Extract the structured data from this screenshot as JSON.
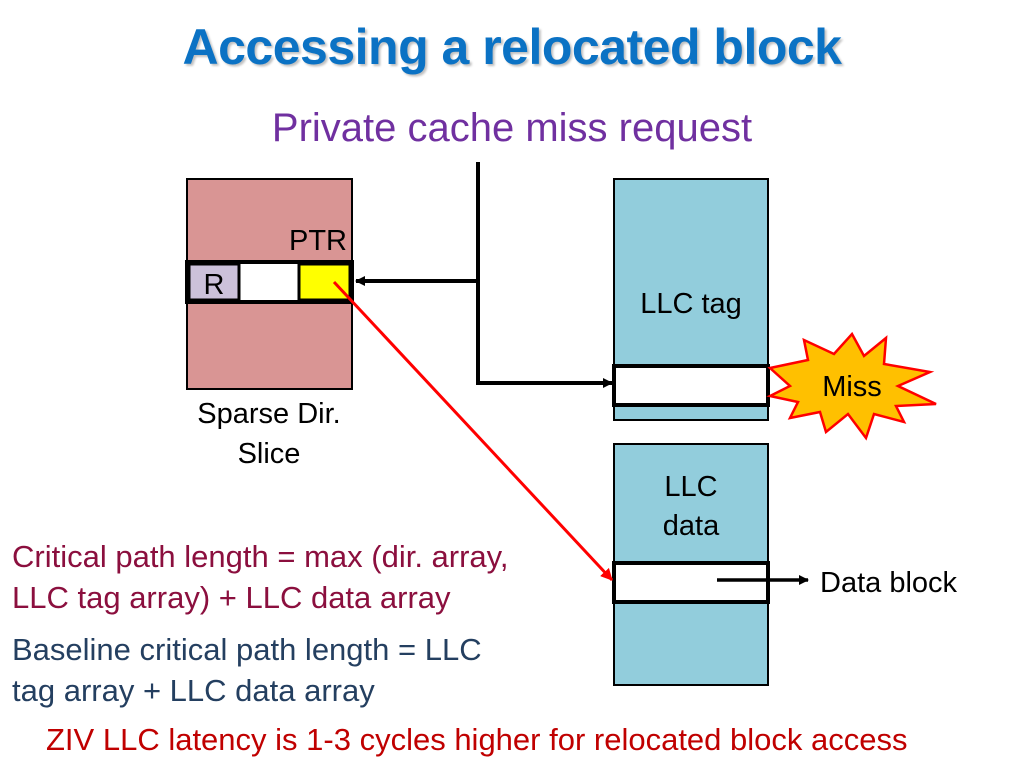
{
  "slide": {
    "title": "Accessing a relocated block",
    "subtitle": "Private cache miss request"
  },
  "diagram": {
    "sparse_dir": {
      "label_line1": "Sparse Dir.",
      "label_line2": "Slice",
      "ptr_label": "PTR",
      "r_label": "R"
    },
    "llc_tag": {
      "label": "LLC tag"
    },
    "llc_data": {
      "label_line1": "LLC",
      "label_line2": "data"
    },
    "miss_burst": {
      "label": "Miss"
    },
    "data_block": {
      "label": "Data block"
    }
  },
  "notes": {
    "critical_line1": "Critical path length = max (dir. array,",
    "critical_line2": "LLC tag array) + LLC data array",
    "baseline_line1": "Baseline critical path length = LLC",
    "baseline_line2": "tag array + LLC data array",
    "ziv": "ZIV LLC latency is 1-3 cycles higher for relocated block access"
  },
  "colors": {
    "title": "#0b72c4",
    "subtitle": "#7030a0",
    "sparse_dir_fill": "#d99594",
    "r_cell_fill": "#ccc1da",
    "ptr_cell_fill": "#ffff00",
    "llc_fill": "#92cddc",
    "miss_fill": "#ffc000",
    "miss_stroke": "#ff0000",
    "relocation_arrow": "#ff0000"
  }
}
